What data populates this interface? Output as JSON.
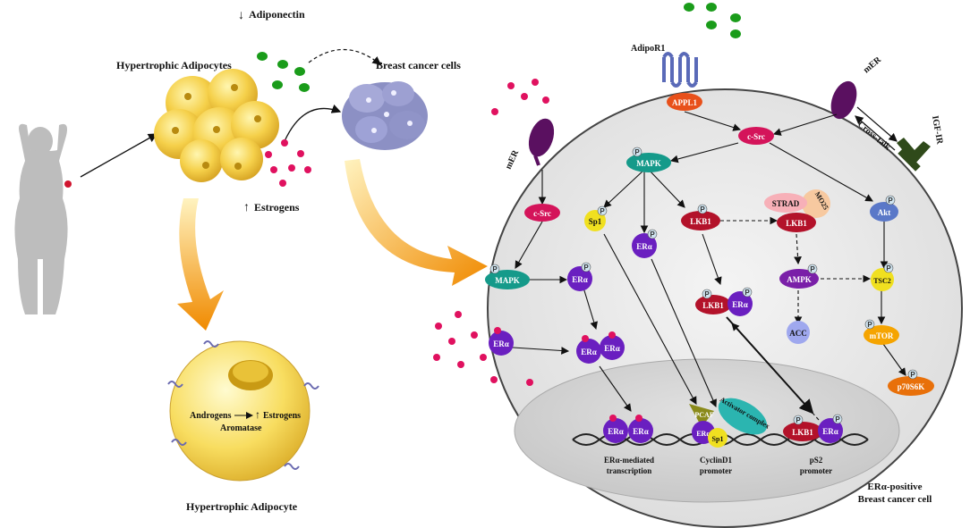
{
  "colors": {
    "estrogen_dot": "#e0115f",
    "adiponectin": "#1a9c1a",
    "era": "#6a1fc0",
    "csrc": "#d4145a",
    "mapk": "#159a8a",
    "lkb1": "#b3122a",
    "ampk": "#7a1fa8",
    "sp1": "#f0e020",
    "mtor": "#f5a400",
    "p70s6k": "#e8700a",
    "acc": "#9fa8ee",
    "cell": "#ececec",
    "nucleus": "#d6d6d6",
    "arrow_orange": "#f08a00"
  },
  "left": {
    "adiponectin_label": "Adiponectin",
    "hypertrophic_adipocytes_label": "Hypertrophic Adipocytes",
    "breast_cancer_cells_label": "Breast cancer cells",
    "estrogens_label": "Estrogens",
    "adiponectin_arrow": "↓",
    "estrogens_arrow": "↑"
  },
  "adipocyte": {
    "title": "Hypertrophic Adipocyte",
    "androgens": "Androgens",
    "estrogens": "Estrogens",
    "aromatase": "Aromatase",
    "up_arrow": "↑"
  },
  "cell": {
    "adipor1": "AdipoR1",
    "appl1": "APPL1",
    "mer_left": "mER",
    "mer_right": "mER",
    "crosstalk": "Cross-talk",
    "igf1r": "IGF-IR",
    "csrc_top": "c-Src",
    "csrc_left": "c-Src",
    "mapk_top": "MAPK",
    "mapk_left": "MAPK",
    "sp1": "Sp1",
    "era_mid": "ERα",
    "lkb1": "LKB1",
    "strad": "STRAD",
    "mo25": "MO25",
    "lkb1_complex": "LKB1",
    "akt": "Akt",
    "era_left": "ERα",
    "era_outside": "ERα",
    "era_dimer_a": "ERα",
    "era_dimer_b": "ERα",
    "lkb1_er_a": "LKB1",
    "lkb1_er_b": "ERα",
    "ampk": "AMPK",
    "acc": "ACC",
    "tsc2": "TSC2",
    "mtor": "mTOR",
    "p70s6k": "p70S6K",
    "nuc_era_a": "ERα",
    "nuc_era_b": "ERα",
    "pcaf": "PCAF",
    "nuc_era_c": "ERα",
    "activator_complex": "Activator complex",
    "nuc_sp1": "Sp1",
    "nuc_lkb1": "LKB1",
    "nuc_era_d": "ERα",
    "era_transcription_1": "ERα-mediated",
    "era_transcription_2": "transcription",
    "cyclind1_1": "CyclinD1",
    "cyclind1_2": "promoter",
    "ps2_1": "pS2",
    "ps2_2": "promoter",
    "cell_label_1": "ERα-positive",
    "cell_label_2": "Breast cancer cell",
    "p": "P"
  }
}
